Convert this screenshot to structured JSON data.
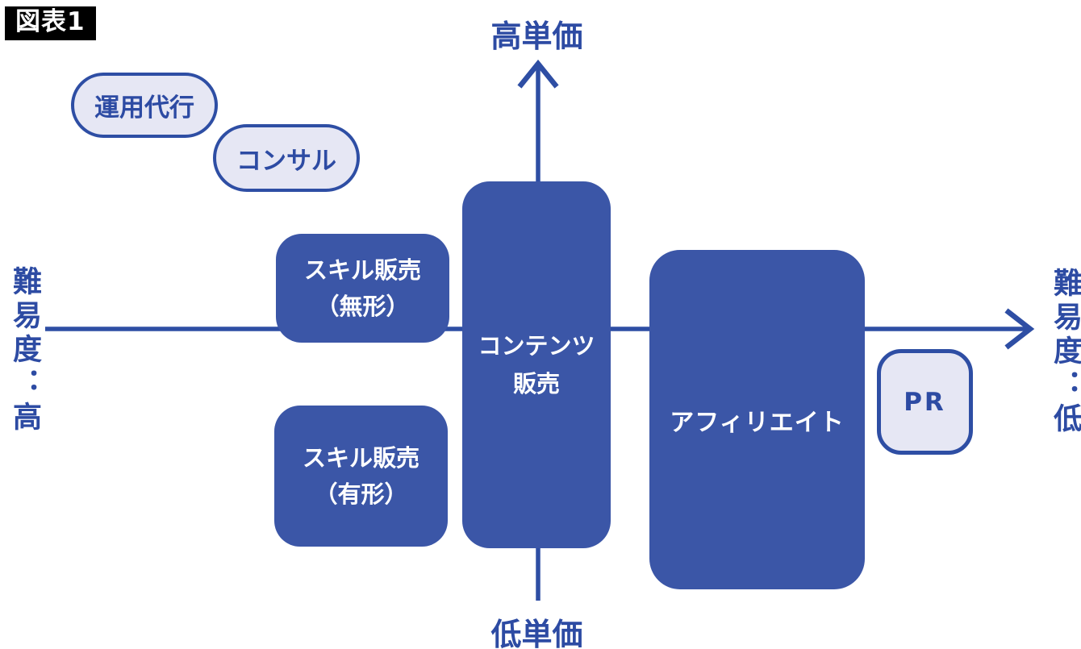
{
  "figure_label": "図表1",
  "colors": {
    "box_blue": "#3B56A7",
    "line_blue": "#2E4EA4",
    "light_fill": "#E6E7F4",
    "text_blue": "#2D4BA3",
    "box_text": "#FFFFFF",
    "label_bg": "#000000",
    "label_text": "#FFFFFF"
  },
  "axes": {
    "vertical_top_label": "高単価",
    "vertical_bottom_label": "低単価",
    "horizontal_left_label": "難易度：高",
    "horizontal_right_label": "難易度：低"
  },
  "nodes": {
    "operation_agency": {
      "label": "運用代行"
    },
    "consulting": {
      "label": "コンサル"
    },
    "skill_sales_intangible": {
      "line1": "スキル販売",
      "line2": "（無形）"
    },
    "skill_sales_tangible": {
      "line1": "スキル販売",
      "line2": "（有形）"
    },
    "content_sales": {
      "line1": "コンテンツ",
      "line2": "販売"
    },
    "affiliate": {
      "label": "アフィリエイト"
    },
    "pr": {
      "label": "PR"
    }
  }
}
